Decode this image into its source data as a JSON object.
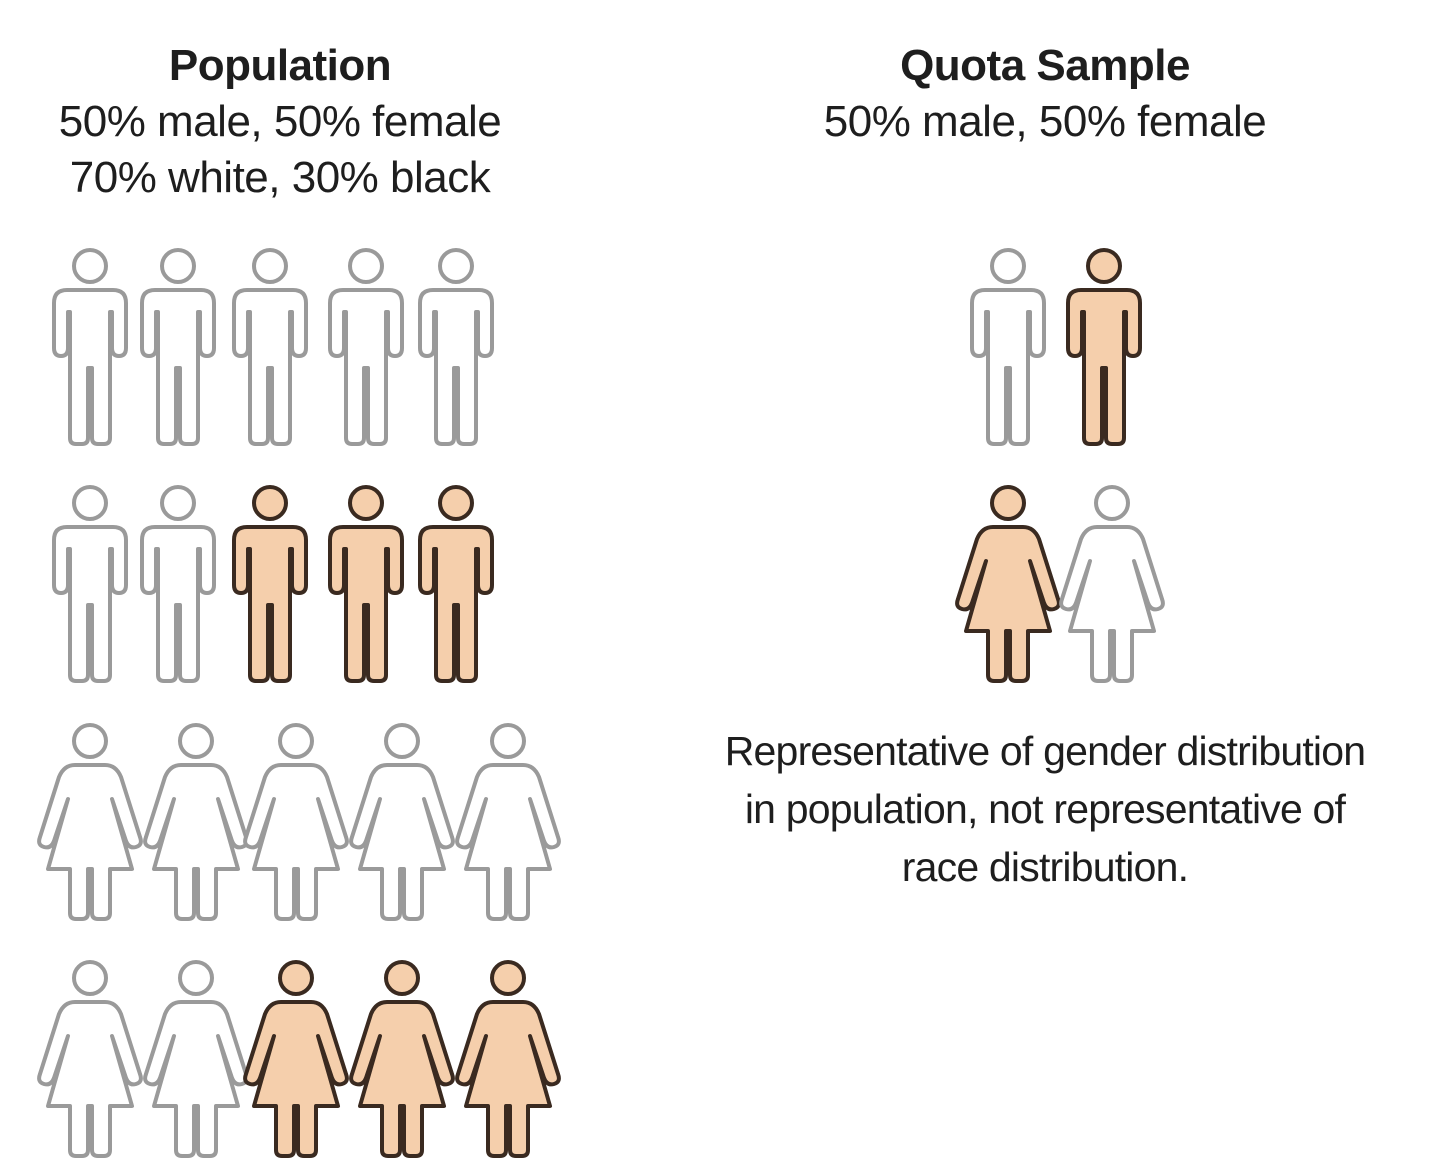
{
  "population": {
    "title": "Population",
    "line1": "50% male, 50% female",
    "line2": "70% white, 30% black",
    "rows": [
      [
        "male-white",
        "male-white",
        "male-white",
        "male-white",
        "male-white"
      ],
      [
        "male-white",
        "male-white",
        "male-black",
        "male-black",
        "male-black"
      ],
      [
        "female-white",
        "female-white",
        "female-white",
        "female-white",
        "female-white"
      ],
      [
        "female-white",
        "female-white",
        "female-black",
        "female-black",
        "female-black"
      ]
    ]
  },
  "quota_sample": {
    "title": "Quota Sample",
    "line1": "50% male, 50% female",
    "rows": [
      [
        "male-white",
        "male-black"
      ],
      [
        "female-black",
        "female-white"
      ]
    ],
    "caption": [
      "Representative of gender distribution",
      "in population, not representative of",
      "race distribution."
    ]
  },
  "colors": {
    "white_fill": "#ffffff",
    "white_stroke": "#9a9a9a",
    "black_fill": "#f5cfac",
    "black_stroke": "#3a2a20"
  },
  "icons": [
    "male-figure-icon",
    "female-figure-icon"
  ]
}
